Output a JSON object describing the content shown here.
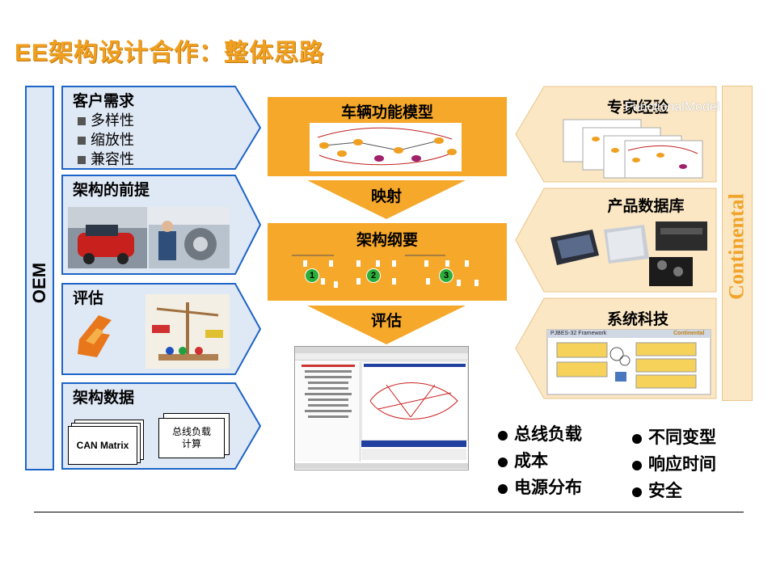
{
  "title": {
    "prefix": "EE",
    "main": "架构设计合作：整体思路"
  },
  "oem_label": "OEM",
  "left_panels": [
    {
      "title": "客户需求",
      "bullets": [
        "多样性",
        "缩放性",
        "兼容性"
      ]
    },
    {
      "title": "架构的前提"
    },
    {
      "title": "评估"
    },
    {
      "title": "架构数据",
      "docs": [
        "CAN Matrix",
        "总线负载\n计算"
      ]
    }
  ],
  "center": {
    "top_title": "车辆功能模型",
    "arrow1_label": "映射",
    "mid_title": "架构纲要",
    "nodes": [
      "1",
      "2",
      "3"
    ],
    "arrow2_label": "评估"
  },
  "right_panels": [
    {
      "title": "专家经验",
      "overlay": "FunctionalModel"
    },
    {
      "title": "产品数据库"
    },
    {
      "title": "系统科技",
      "diagram_header": "PJBES-32 Framework",
      "brand": "Continental"
    }
  ],
  "right_bar_logo": "Continental",
  "bullets_left": [
    "总线负载",
    "成本",
    "电源分布"
  ],
  "bullets_right": [
    "不同变型",
    "响应时间",
    "安全"
  ],
  "colors": {
    "accent": "#f6a82a",
    "panel_fill": "#fbe7c4",
    "oem_border": "#1d64c8",
    "title": "#f0a020"
  }
}
